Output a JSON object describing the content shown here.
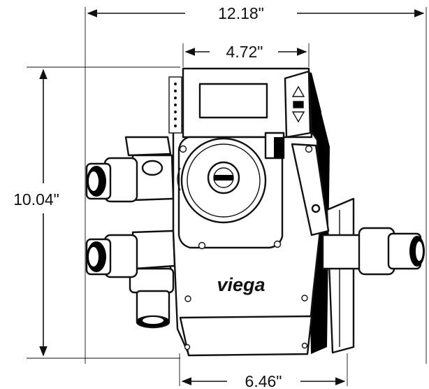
{
  "dimensions": {
    "overall_width": "12.18\"",
    "control_width": "4.72\"",
    "overall_height": "10.04\"",
    "base_width": "6.46\""
  },
  "brand": {
    "logo_text": "viega"
  },
  "icons": {
    "pump": "circulator-pump-icon",
    "valve": "ball-valve-icon",
    "union": "pipe-union-icon",
    "controls": "arrow-buttons-icon"
  },
  "colors": {
    "line": "#111111",
    "fill": "#ffffff",
    "shadow": "#000000"
  }
}
